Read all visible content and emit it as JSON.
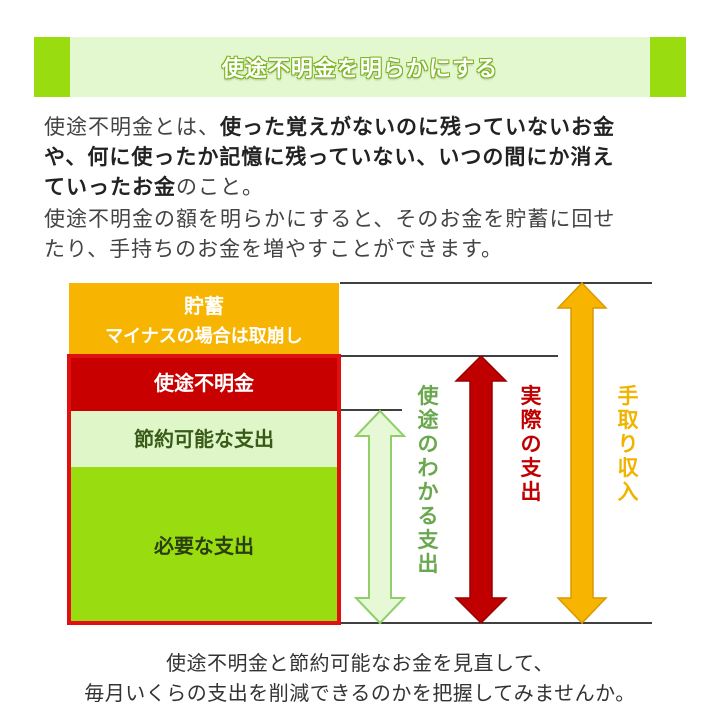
{
  "title": "使途不明金を明らかにする",
  "intro": {
    "line1_plain": "使途不明金とは、",
    "line1_bold": "使った覚えがないのに残っていないお金",
    "line2_bold": "や、何に使ったか記憶に残っていない、いつの間にか消え",
    "line3_bold": "ていったお金",
    "line3_plain": "のこと。"
  },
  "paragraph2": {
    "line1": "使途不明金の額を明らかにすると、そのお金を貯蓄に回せ",
    "line2": "たり、手持ちのお金を増やすことができます。"
  },
  "diagram": {
    "savings_label": "貯蓄",
    "savings_sublabel": "マイナスの場合は取崩し",
    "unknown_label": "使途不明金",
    "savable_label": "節約可能な支出",
    "necessary_label": "必要な支出",
    "arrow_known_label": "使途のわかる支出",
    "arrow_actual_label": "実際の支出",
    "arrow_income_label": "手取り収入",
    "colors": {
      "savings": "#f7b400",
      "unknown": "#c80000",
      "savable": "#dff7c8",
      "necessary": "#99dd11",
      "known_text": "#6aa84f",
      "actual_text": "#c00000",
      "income_text": "#f0b400"
    }
  },
  "footer": {
    "line1": "使途不明金と節約可能なお金を見直して、",
    "line2": "毎月いくらの支出を削減できるのかを把握してみませんか。"
  }
}
